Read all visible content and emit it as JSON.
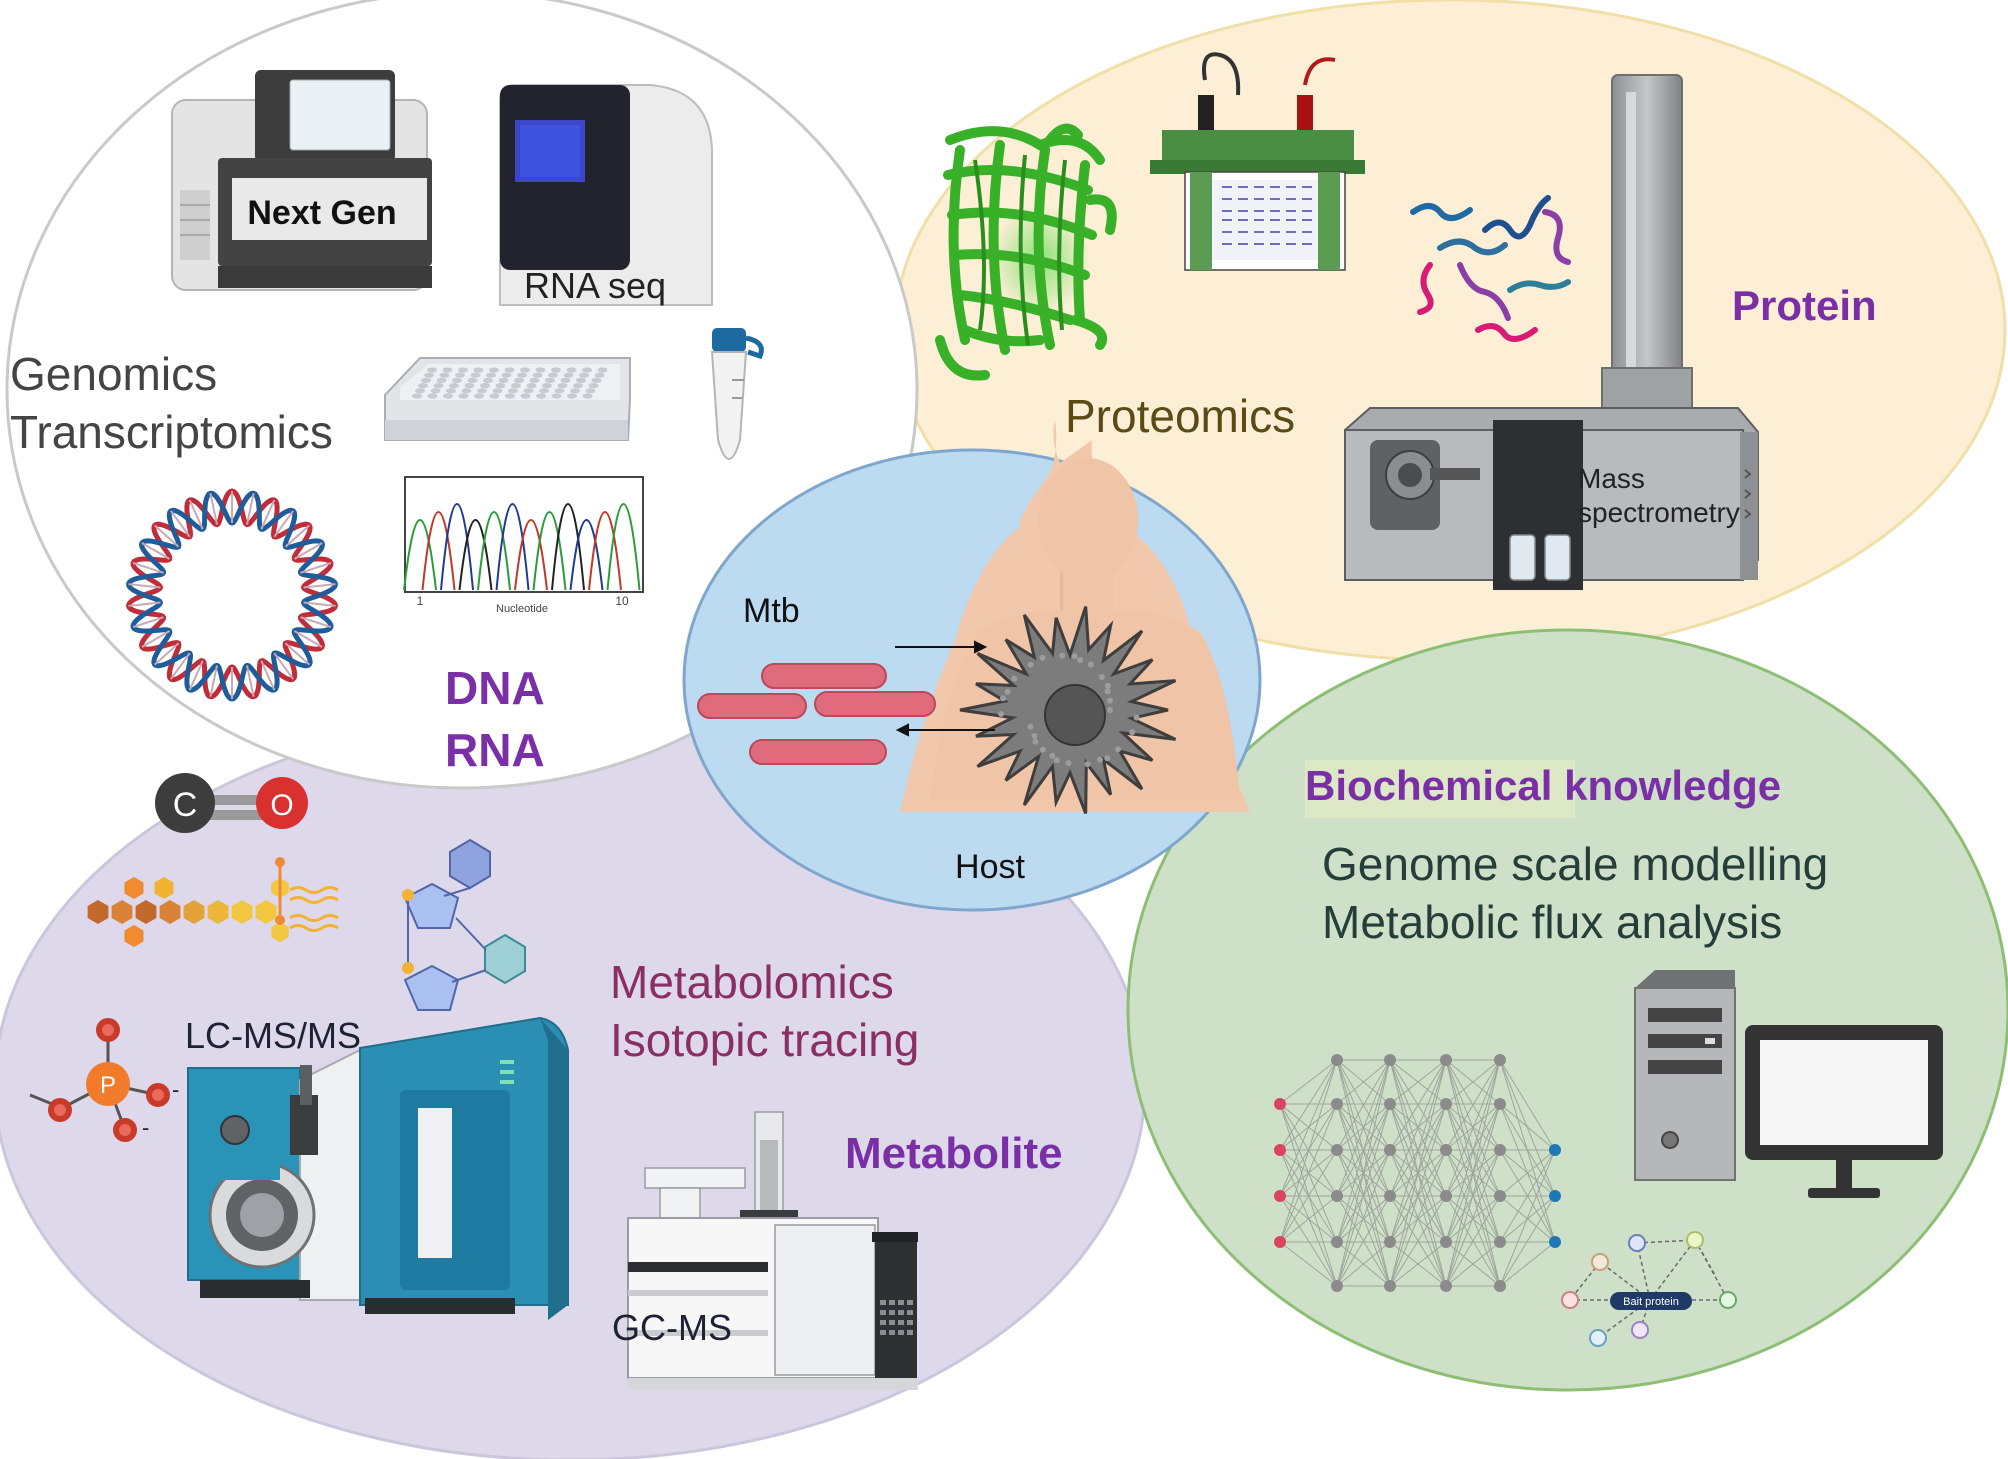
{
  "colors": {
    "genomics_bg": "#ffffff",
    "genomics_border": "#c9c9c9",
    "proteomics_bg": "#fcefd6",
    "proteomics_border": "#f0dfa6",
    "metabolomics_bg": "#ddd8ea",
    "metabolomics_border": "#ccc6dd",
    "systems_bg": "#cfe0c8",
    "systems_border": "#8cbf74",
    "host_bg": "#bcdaf0",
    "host_border": "#7fa6cc",
    "accent_purple": "#7a2fa6",
    "metab_text": "#8a2f64",
    "proteomics_text": "#5c4a16",
    "systems_text": "#253e3a",
    "gray_text": "#444444"
  },
  "genomics": {
    "line1": "Genomics",
    "line2": "Transcriptomics",
    "dna": "DNA",
    "rna": "RNA",
    "sequencer_label": "Next Gen",
    "rnaseq_label": "RNA seq",
    "chromatogram": {
      "tick_start": "1",
      "tick_end": "10",
      "axis_label": "Nucleotide"
    }
  },
  "proteomics": {
    "title": "Proteomics",
    "class_label": "Protein",
    "mass_spec_line1": "Mass",
    "mass_spec_line2": "spectrometry"
  },
  "metabolomics": {
    "line1": "Metabolomics",
    "line2": "Isotopic tracing",
    "class_label": "Metabolite",
    "lcms_label": "LC-MS/MS",
    "gcms_label": "GC-MS",
    "co_c": "C",
    "co_o": "O",
    "phosphate": {
      "p": "P",
      "minus1": "-",
      "minus2": "-"
    }
  },
  "systems": {
    "title": "Biochemical knowledge",
    "line1": "Genome scale modelling",
    "line2": "Metabolic flux analysis",
    "bait_label": "Bait protein"
  },
  "host": {
    "mtb_label": "Mtb",
    "host_label": "Host"
  }
}
